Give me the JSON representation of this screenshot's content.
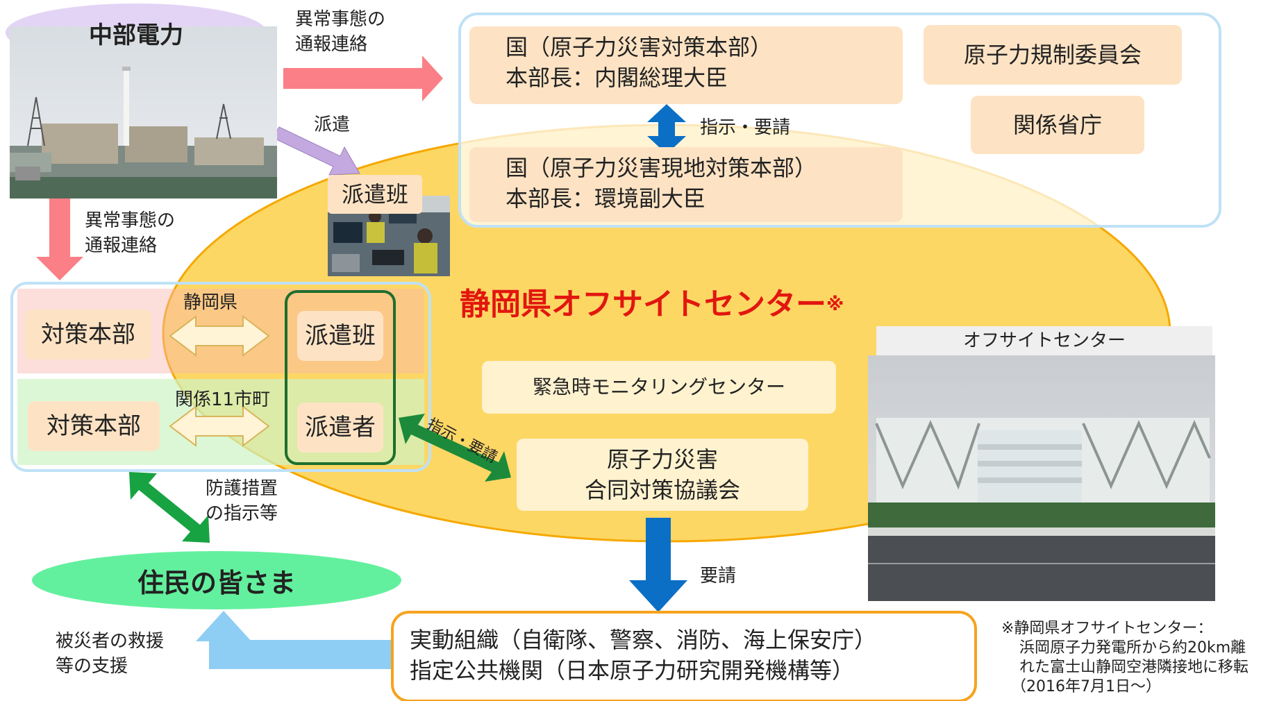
{
  "chubu": {
    "label": "中部電力"
  },
  "arrows": {
    "report_top_line1": "異常事態の",
    "report_top_line2": "通報連絡",
    "report_left_line1": "異常事態の",
    "report_left_line2": "通報連絡",
    "dispatch": "派遣",
    "instruct_request_top": "指示・要請",
    "instruct_request_diag": "指示・要請",
    "protective_line1": "防護措置",
    "protective_line2": "の指示等",
    "request": "要請",
    "support_line1": "被災者の救援",
    "support_line2": "等の支援"
  },
  "national": {
    "hq_line1": "国（原子力災害対策本部）",
    "hq_line2": "本部長：内閣総理大臣",
    "local_line1": "国（原子力災害現地対策本部）",
    "local_line2": "本部長：環境副大臣",
    "nra": "原子力規制委員会",
    "ministries": "関係省庁"
  },
  "dispatch_team_label": "派遣班",
  "offsite_title": "静岡県オフサイトセンター",
  "offsite_title_mark": "※",
  "prefecture": {
    "label": "静岡県",
    "hq": "対策本部",
    "team": "派遣班"
  },
  "municipalities": {
    "label": "関係11市町",
    "hq": "対策本部",
    "person": "派遣者"
  },
  "monitoring_center": "緊急時モニタリングセンター",
  "council_line1": "原子力災害",
  "council_line2": "合同対策協議会",
  "residents": "住民の皆さま",
  "operations": {
    "line1": "実動組織（自衛隊、警察、消防、海上保安庁）",
    "line2": "指定公共機関（日本原子力研究開発機構等）"
  },
  "photo_caption": "オフサイトセンター",
  "footnote": {
    "line1": "※静岡県オフサイトセンター：",
    "line2": "浜岡原子力発電所から約20km離",
    "line3": "れた富士山静岡空港隣接地に移転",
    "line4": "（2016年7月1日～）"
  },
  "colors": {
    "ellipse": "#fdd764",
    "peach": "#fde3c4",
    "red_title": "#e2160f",
    "pink_arrow": "#fb7f86",
    "blue_arrow": "#0b6fc5",
    "green_arrow": "#1c8a3a",
    "light_blue_arrow": "#8ecdf4",
    "purple_arrow": "#c4a9e0",
    "resident_green": "#63f09e",
    "chubu_purple": "#e3d4f6"
  }
}
